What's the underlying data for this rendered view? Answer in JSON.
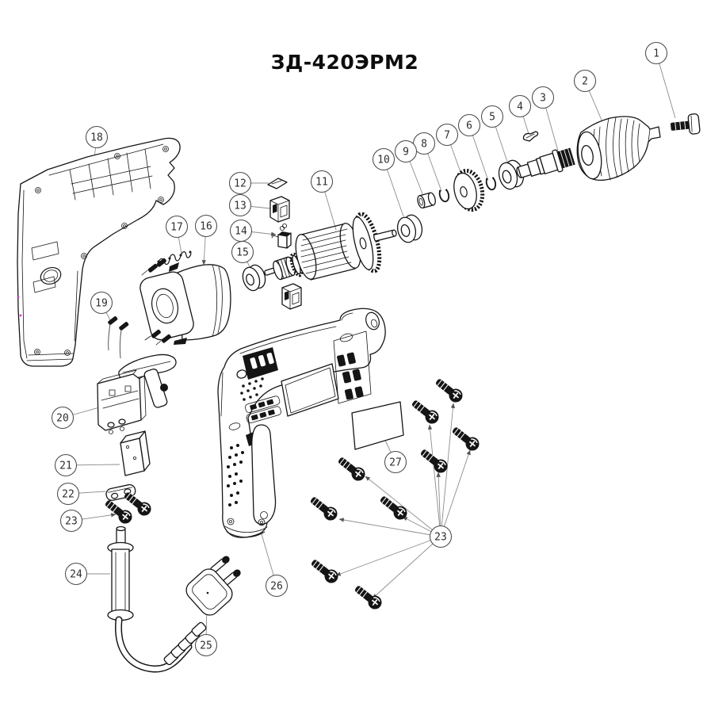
{
  "title": "ЗД-420ЭРМ2",
  "diagram": {
    "type": "exploded-parts-diagram",
    "subject": "electric-drill",
    "colors": {
      "background": "#ffffff",
      "line": "#151515",
      "leader": "#8c8c8c",
      "callout_stroke": "#4a4a4a",
      "stray_magenta_marks": "#c53bc5"
    },
    "callouts": [
      {
        "label": "1"
      },
      {
        "label": "2"
      },
      {
        "label": "3"
      },
      {
        "label": "4"
      },
      {
        "label": "5"
      },
      {
        "label": "6"
      },
      {
        "label": "7"
      },
      {
        "label": "8"
      },
      {
        "label": "9"
      },
      {
        "label": "10"
      },
      {
        "label": "11"
      },
      {
        "label": "12"
      },
      {
        "label": "13"
      },
      {
        "label": "14"
      },
      {
        "label": "15"
      },
      {
        "label": "16"
      },
      {
        "label": "17"
      },
      {
        "label": "18"
      },
      {
        "label": "19"
      },
      {
        "label": "20"
      },
      {
        "label": "21"
      },
      {
        "label": "22"
      },
      {
        "label": "23"
      },
      {
        "label": "24"
      },
      {
        "label": "25"
      },
      {
        "label": "26"
      },
      {
        "label": "23"
      },
      {
        "label": "27"
      }
    ]
  }
}
